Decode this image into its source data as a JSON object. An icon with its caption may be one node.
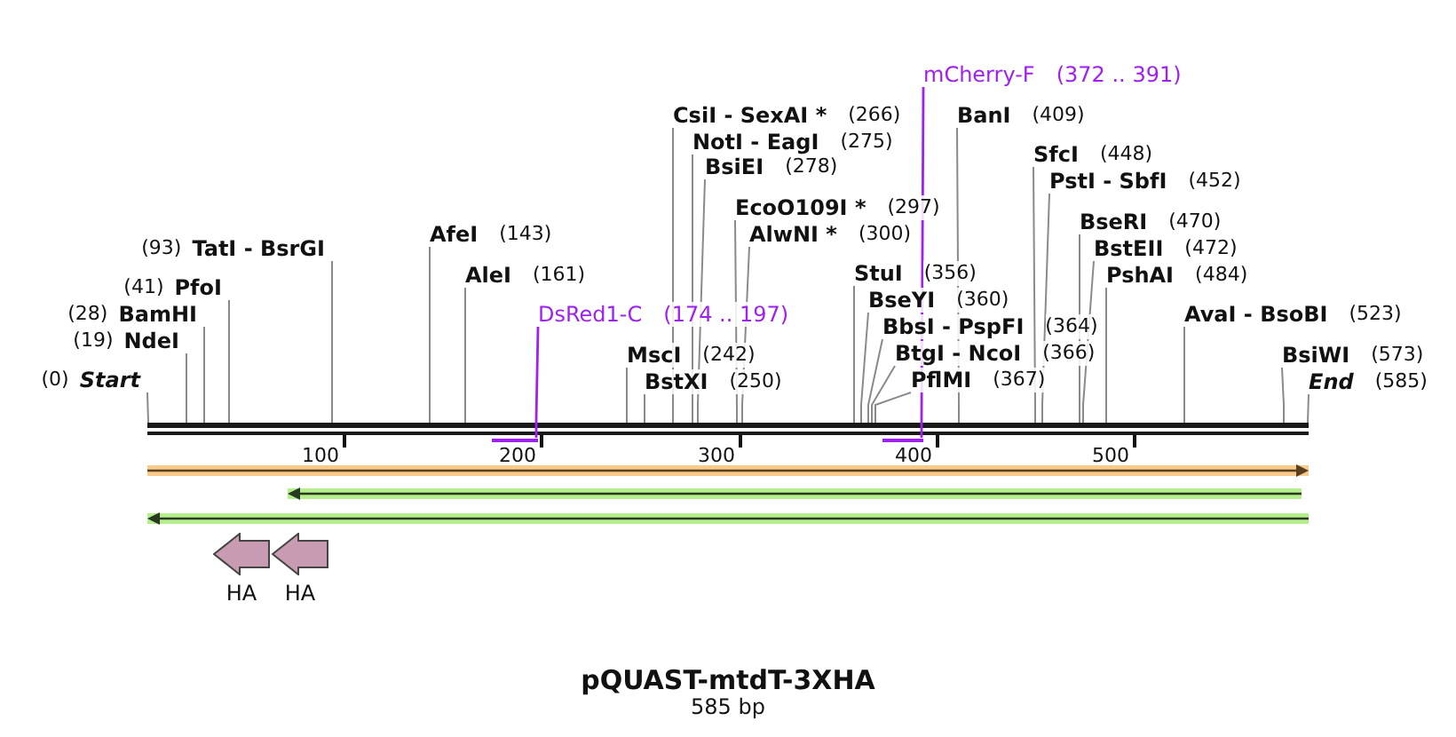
{
  "diagram": {
    "title": "pQUAST-mtdT-3XHA",
    "caption": "585 bp",
    "nodes": [
      {
        "text": [
          "(0)",
          "Start"
        ]
      },
      {
        "text": [
          "(19)",
          "NdeI"
        ]
      },
      {
        "text": [
          "(28)",
          "BamHI"
        ]
      },
      {
        "text": [
          "(41)",
          "PfoI"
        ]
      },
      {
        "text": [
          "(93)",
          "TatI - BsrGI"
        ]
      },
      {
        "text": [
          "AfeI",
          "(143)"
        ]
      },
      {
        "text": [
          "AleI",
          "(161)"
        ]
      },
      {
        "text": [
          "DsRed1-C",
          "(174 .. 197)"
        ]
      },
      {
        "text": [
          "MscI",
          "(242)"
        ]
      },
      {
        "text": [
          "BstXI",
          "(250)"
        ]
      },
      {
        "text": [
          "CsiI - SexAI *",
          "(266)"
        ]
      },
      {
        "text": [
          "NotI - EagI",
          "(275)"
        ]
      },
      {
        "text": [
          "BsiEI",
          "(278)"
        ]
      },
      {
        "text": [
          "EcoO109I *",
          "(297)"
        ]
      },
      {
        "text": [
          "AlwNI *",
          "(300)"
        ]
      },
      {
        "text": [
          "StuI",
          "(356)"
        ]
      },
      {
        "text": [
          "BseYI",
          "(360)"
        ]
      },
      {
        "text": [
          "BbsI - PspFI",
          "(364)"
        ]
      },
      {
        "text": [
          "BtgI - NcoI",
          "(366)"
        ]
      },
      {
        "text": [
          "PflMI",
          "(367)"
        ]
      },
      {
        "text": [
          "mCherry-F",
          "(372 .. 391)"
        ]
      },
      {
        "text": [
          "BanI",
          "(409)"
        ]
      },
      {
        "text": [
          "SfcI",
          "(448)"
        ]
      },
      {
        "text": [
          "PstI - SbfI",
          "(452)"
        ]
      },
      {
        "text": [
          "BseRI",
          "(470)"
        ]
      },
      {
        "text": [
          "BstEII",
          "(472)"
        ]
      },
      {
        "text": [
          "PshAI",
          "(484)"
        ]
      },
      {
        "text": [
          "AvaI - BsoBI",
          "(523)"
        ]
      },
      {
        "text": [
          "BsiWI",
          "(573)"
        ]
      },
      {
        "text": [
          "End",
          "(585)"
        ]
      },
      {
        "text": [],
        "shape": "bar"
      },
      {
        "text": [],
        "shape": "bar"
      },
      {
        "text": [],
        "shape": "bar"
      },
      {
        "text": [],
        "shape": "arrow"
      },
      {
        "text": [],
        "shape": "arrow"
      },
      {
        "text": [],
        "shape": "arrow"
      },
      {
        "text": [],
        "shape": "arrow",
        "beside": [
          "HA"
        ]
      },
      {
        "text": [],
        "shape": "arrow",
        "beside": [
          "HA"
        ]
      }
    ],
    "edges": [
      {
        "from": 0,
        "to": 30,
        "arrow": "none"
      },
      {
        "from": 1,
        "to": 30,
        "arrow": "none"
      },
      {
        "from": 2,
        "to": 30,
        "arrow": "none"
      },
      {
        "from": 3,
        "to": 30,
        "arrow": "none"
      },
      {
        "from": 4,
        "to": 30,
        "arrow": "none"
      },
      {
        "from": 5,
        "to": 30,
        "arrow": "none"
      },
      {
        "from": 6,
        "to": 30,
        "arrow": "none"
      },
      {
        "from": 7,
        "to": 31,
        "arrow": "none",
        "color": "#a020f0"
      },
      {
        "from": 8,
        "to": 30,
        "arrow": "none"
      },
      {
        "from": 9,
        "to": 30,
        "arrow": "none"
      },
      {
        "from": 10,
        "to": 30,
        "arrow": "none"
      },
      {
        "from": 11,
        "to": 30,
        "arrow": "none"
      },
      {
        "from": 12,
        "to": 30,
        "arrow": "none"
      },
      {
        "from": 13,
        "to": 30,
        "arrow": "none"
      },
      {
        "from": 14,
        "to": 30,
        "arrow": "none"
      },
      {
        "from": 15,
        "to": 30,
        "arrow": "none"
      },
      {
        "from": 16,
        "to": 30,
        "arrow": "none"
      },
      {
        "from": 17,
        "to": 30,
        "arrow": "none"
      },
      {
        "from": 18,
        "to": 30,
        "arrow": "none"
      },
      {
        "from": 19,
        "to": 30,
        "arrow": "none"
      },
      {
        "from": 20,
        "to": 32,
        "arrow": "none",
        "color": "#a020f0"
      },
      {
        "from": 21,
        "to": 30,
        "arrow": "none"
      },
      {
        "from": 22,
        "to": 30,
        "arrow": "none"
      },
      {
        "from": 23,
        "to": 30,
        "arrow": "none"
      },
      {
        "from": 24,
        "to": 30,
        "arrow": "none"
      },
      {
        "from": 25,
        "to": 30,
        "arrow": "none"
      },
      {
        "from": 26,
        "to": 30,
        "arrow": "none"
      },
      {
        "from": 27,
        "to": 30,
        "arrow": "none"
      },
      {
        "from": 28,
        "to": 30,
        "arrow": "none"
      },
      {
        "from": 29,
        "to": 30,
        "arrow": "none"
      }
    ],
    "labels": [
      "100",
      "200",
      "300",
      "400",
      "500"
    ]
  }
}
